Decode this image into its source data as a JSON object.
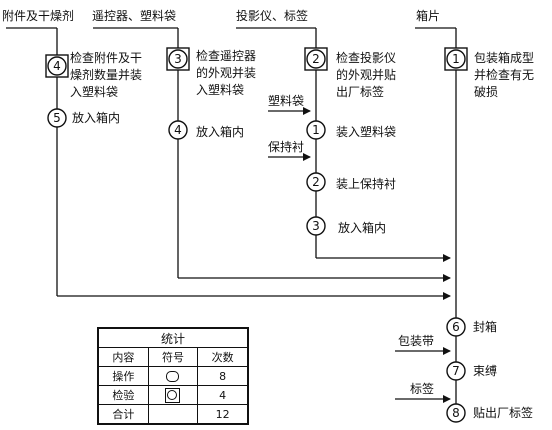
{
  "inputs": {
    "accessories": "附件及干燥剂",
    "remote": "遥控器、塑料袋",
    "projector": "投影仪、标签",
    "box": "箱片",
    "bag": "塑料袋",
    "liner": "保持衬",
    "strap": "包装带",
    "label": "标签"
  },
  "steps": {
    "s1_num": "1",
    "s1_text": "包装箱成型\n并检查有无\n破损",
    "s2_num": "2",
    "s2_text": "检查投影仪\n的外观并贴\n出厂标签",
    "p1_num": "1",
    "p1_text": "装入塑料袋",
    "p2_num": "2",
    "p2_text": "装上保持衬",
    "p3_num": "3",
    "p3_text": "放入箱内",
    "s3_num": "3",
    "s3_text": "检查遥控器\n的外观并装\n入塑料袋",
    "s4_num": "4",
    "s4_text": "放入箱内",
    "a4_num": "4",
    "a4_text": "检查附件及干\n燥剂数量并装\n入塑料袋",
    "a5_num": "5",
    "a5_text": "放入箱内",
    "f6_num": "6",
    "f6_text": "封箱",
    "f7_num": "7",
    "f7_text": "束缚",
    "f8_num": "8",
    "f8_text": "贴出厂标签"
  },
  "stats": {
    "title": "统计",
    "headers": [
      "内容",
      "符号",
      "次数"
    ],
    "rows": [
      {
        "label": "操作",
        "count": "8"
      },
      {
        "label": "检验",
        "count": "4"
      },
      {
        "label": "合计",
        "count": "12"
      }
    ]
  }
}
